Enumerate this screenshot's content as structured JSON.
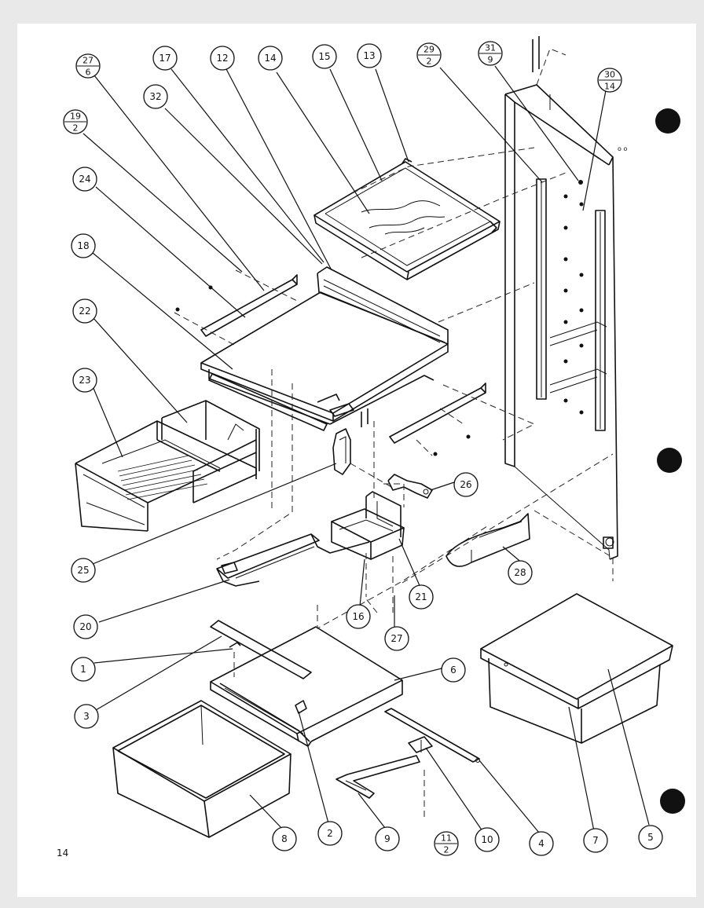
{
  "diagram": {
    "page_number": "14",
    "callouts": [
      {
        "id": "c17",
        "label": "17"
      },
      {
        "id": "c12",
        "label": "12"
      },
      {
        "id": "c14",
        "label": "14"
      },
      {
        "id": "c15",
        "label": "15"
      },
      {
        "id": "c13",
        "label": "13"
      },
      {
        "id": "c32",
        "label": "32"
      },
      {
        "id": "c24",
        "label": "24"
      },
      {
        "id": "c18",
        "label": "18"
      },
      {
        "id": "c22",
        "label": "22"
      },
      {
        "id": "c23",
        "label": "23"
      },
      {
        "id": "c25",
        "label": "25"
      },
      {
        "id": "c26",
        "label": "26"
      },
      {
        "id": "c28",
        "label": "28"
      },
      {
        "id": "c21",
        "label": "21"
      },
      {
        "id": "c16",
        "label": "16"
      },
      {
        "id": "c27",
        "label": "27"
      },
      {
        "id": "c20",
        "label": "20"
      },
      {
        "id": "c1",
        "label": "1"
      },
      {
        "id": "c3",
        "label": "3"
      },
      {
        "id": "c6",
        "label": "6"
      },
      {
        "id": "c8",
        "label": "8"
      },
      {
        "id": "c2",
        "label": "2"
      },
      {
        "id": "c9",
        "label": "9"
      },
      {
        "id": "c10",
        "label": "10"
      },
      {
        "id": "c4",
        "label": "4"
      },
      {
        "id": "c7",
        "label": "7"
      },
      {
        "id": "c5",
        "label": "5"
      }
    ],
    "fraction_callouts": [
      {
        "id": "f27_6",
        "top": "27",
        "bottom": "6"
      },
      {
        "id": "f19_2",
        "top": "19",
        "bottom": "2"
      },
      {
        "id": "f29_2",
        "top": "29",
        "bottom": "2"
      },
      {
        "id": "f31_9",
        "top": "31",
        "bottom": "9"
      },
      {
        "id": "f30_14",
        "top": "30",
        "bottom": "14"
      },
      {
        "id": "f11_2",
        "top": "11",
        "bottom": "2"
      }
    ]
  }
}
